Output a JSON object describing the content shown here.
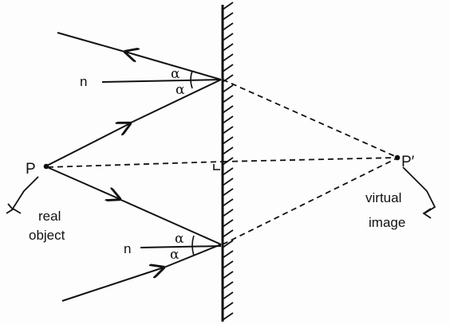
{
  "labels": {
    "object_point": "P",
    "image_point": "P′",
    "normal_upper": "n",
    "normal_lower": "n",
    "angle": "α",
    "real_object_line1": "real",
    "real_object_line2": "object",
    "virtual_image_line1": "virtual",
    "virtual_image_line2": "image"
  },
  "colors": {
    "ink": "#111111",
    "background": "#fdfdfd"
  }
}
